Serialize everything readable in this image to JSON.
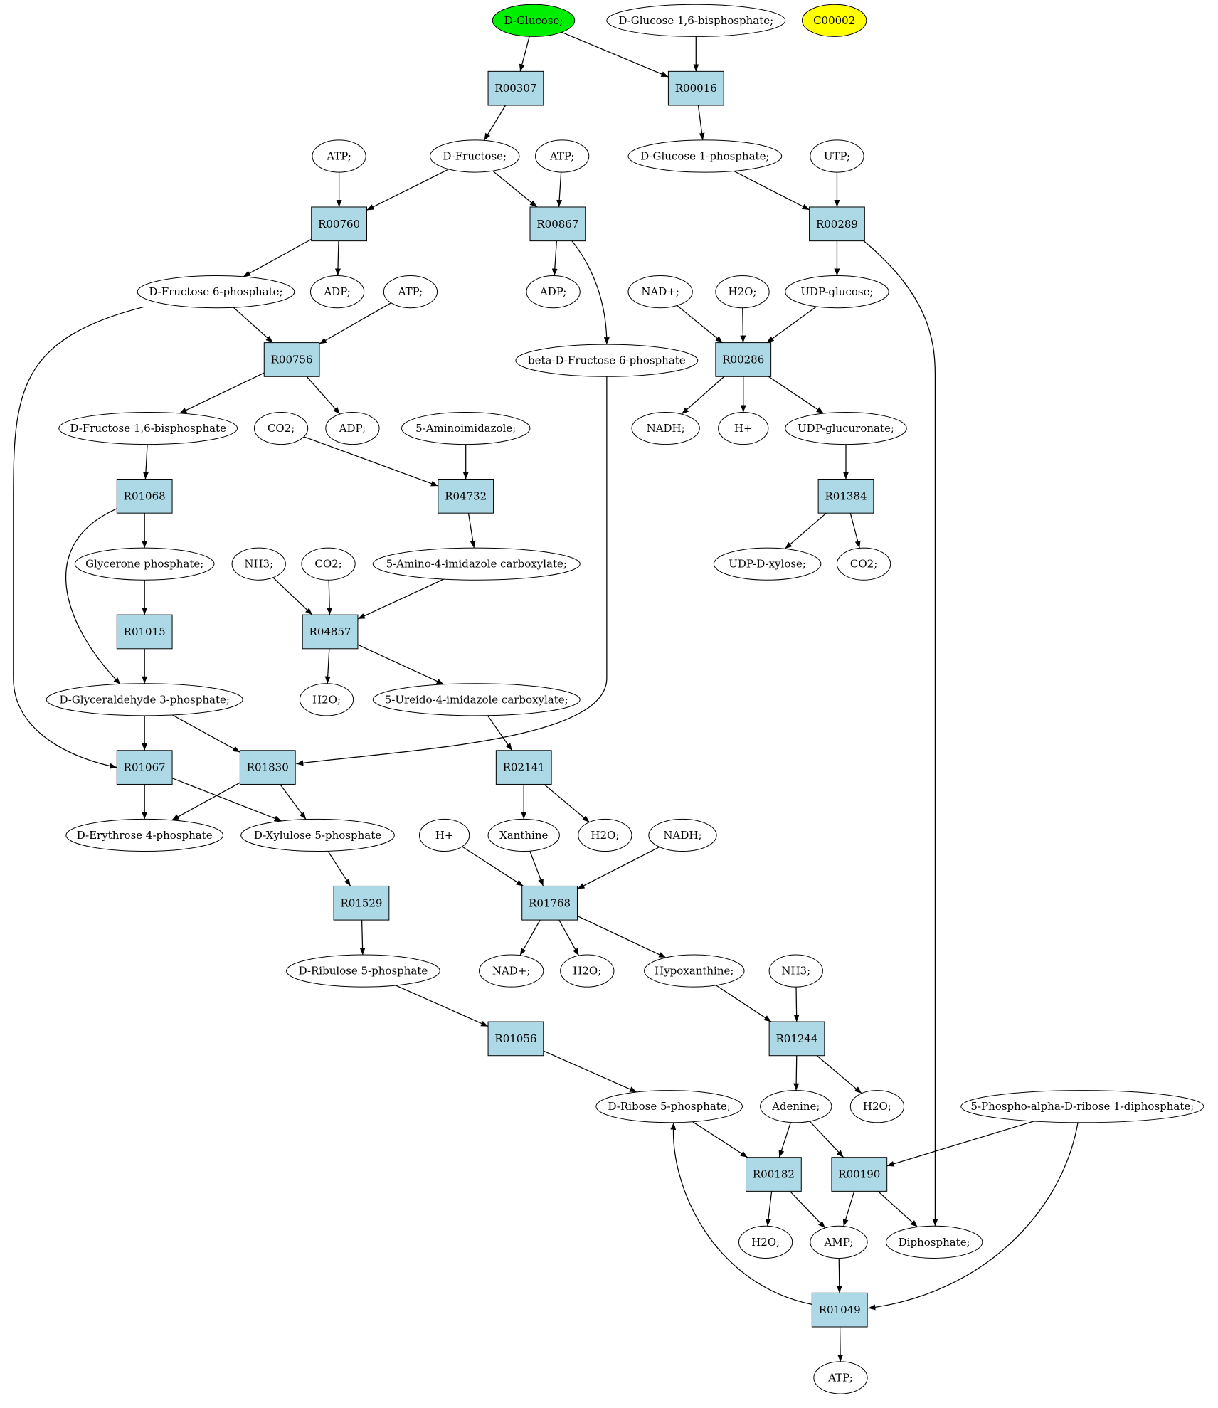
{
  "colors": {
    "reaction_fill": "#add8e6",
    "compound_fill": "#ffffff",
    "start_fill": "#00ee00",
    "highlight_fill": "#ffff00",
    "stroke": "#000000"
  },
  "nodes": [
    {
      "id": "c_glucose",
      "label": "D-Glucose;",
      "kind": "compound",
      "fill": "start"
    },
    {
      "id": "c_g16bp",
      "label": "D-Glucose 1,6-bisphosphate;",
      "kind": "compound"
    },
    {
      "id": "c_c00002",
      "label": "C00002",
      "kind": "compound",
      "fill": "highlight"
    },
    {
      "id": "r_R00307",
      "label": "R00307",
      "kind": "reaction"
    },
    {
      "id": "r_R00016",
      "label": "R00016",
      "kind": "reaction"
    },
    {
      "id": "c_atp1",
      "label": "ATP;",
      "kind": "compound"
    },
    {
      "id": "c_fructose",
      "label": "D-Fructose;",
      "kind": "compound"
    },
    {
      "id": "c_atp2",
      "label": "ATP;",
      "kind": "compound"
    },
    {
      "id": "c_g1p",
      "label": "D-Glucose 1-phosphate;",
      "kind": "compound"
    },
    {
      "id": "c_utp",
      "label": "UTP;",
      "kind": "compound"
    },
    {
      "id": "r_R00760",
      "label": "R00760",
      "kind": "reaction"
    },
    {
      "id": "r_R00867",
      "label": "R00867",
      "kind": "reaction"
    },
    {
      "id": "r_R00289",
      "label": "R00289",
      "kind": "reaction"
    },
    {
      "id": "c_f6p",
      "label": "D-Fructose 6-phosphate;",
      "kind": "compound"
    },
    {
      "id": "c_adp1",
      "label": "ADP;",
      "kind": "compound"
    },
    {
      "id": "c_atp3",
      "label": "ATP;",
      "kind": "compound"
    },
    {
      "id": "c_adp2",
      "label": "ADP;",
      "kind": "compound"
    },
    {
      "id": "c_nadp",
      "label": "NAD+;",
      "kind": "compound"
    },
    {
      "id": "c_h2o1",
      "label": "H2O;",
      "kind": "compound"
    },
    {
      "id": "c_udpglc",
      "label": "UDP-glucose;",
      "kind": "compound"
    },
    {
      "id": "r_R00756",
      "label": "R00756",
      "kind": "reaction"
    },
    {
      "id": "c_bf6p",
      "label": "beta-D-Fructose 6-phosphate",
      "kind": "compound"
    },
    {
      "id": "r_R00286",
      "label": "R00286",
      "kind": "reaction"
    },
    {
      "id": "c_fbp",
      "label": "D-Fructose 1,6-bisphosphate",
      "kind": "compound"
    },
    {
      "id": "c_co2a",
      "label": "CO2;",
      "kind": "compound"
    },
    {
      "id": "c_adp3",
      "label": "ADP;",
      "kind": "compound"
    },
    {
      "id": "c_5ai",
      "label": "5-Aminoimidazole;",
      "kind": "compound"
    },
    {
      "id": "c_nadh1",
      "label": "NADH;",
      "kind": "compound"
    },
    {
      "id": "c_hplus1",
      "label": "H+",
      "kind": "compound"
    },
    {
      "id": "c_udpglcA",
      "label": "UDP-glucuronate;",
      "kind": "compound"
    },
    {
      "id": "r_R01068",
      "label": "R01068",
      "kind": "reaction"
    },
    {
      "id": "r_R04732",
      "label": "R04732",
      "kind": "reaction"
    },
    {
      "id": "r_R01384",
      "label": "R01384",
      "kind": "reaction"
    },
    {
      "id": "c_dhap",
      "label": "Glycerone phosphate;",
      "kind": "compound"
    },
    {
      "id": "c_nh3a",
      "label": "NH3;",
      "kind": "compound"
    },
    {
      "id": "c_co2b",
      "label": "CO2;",
      "kind": "compound"
    },
    {
      "id": "c_aica",
      "label": "5-Amino-4-imidazole carboxylate;",
      "kind": "compound"
    },
    {
      "id": "c_udpxyl",
      "label": "UDP-D-xylose;",
      "kind": "compound"
    },
    {
      "id": "c_co2c",
      "label": "CO2;",
      "kind": "compound"
    },
    {
      "id": "r_R01015",
      "label": "R01015",
      "kind": "reaction"
    },
    {
      "id": "r_R04857",
      "label": "R04857",
      "kind": "reaction"
    },
    {
      "id": "c_gap",
      "label": "D-Glyceraldehyde 3-phosphate;",
      "kind": "compound"
    },
    {
      "id": "c_h2o2",
      "label": "H2O;",
      "kind": "compound"
    },
    {
      "id": "c_uica",
      "label": "5-Ureido-4-imidazole carboxylate;",
      "kind": "compound"
    },
    {
      "id": "r_R01067",
      "label": "R01067",
      "kind": "reaction"
    },
    {
      "id": "r_R01830",
      "label": "R01830",
      "kind": "reaction"
    },
    {
      "id": "r_R02141",
      "label": "R02141",
      "kind": "reaction"
    },
    {
      "id": "c_e4p",
      "label": "D-Erythrose 4-phosphate",
      "kind": "compound"
    },
    {
      "id": "c_x5p",
      "label": "D-Xylulose 5-phosphate",
      "kind": "compound"
    },
    {
      "id": "c_hplus2",
      "label": "H+",
      "kind": "compound"
    },
    {
      "id": "c_xanthine",
      "label": "Xanthine",
      "kind": "compound"
    },
    {
      "id": "c_h2o3",
      "label": "H2O;",
      "kind": "compound"
    },
    {
      "id": "c_nadh2",
      "label": "NADH;",
      "kind": "compound"
    },
    {
      "id": "r_R01529",
      "label": "R01529",
      "kind": "reaction"
    },
    {
      "id": "r_R01768",
      "label": "R01768",
      "kind": "reaction"
    },
    {
      "id": "c_ru5p",
      "label": "D-Ribulose 5-phosphate",
      "kind": "compound"
    },
    {
      "id": "c_nadp2",
      "label": "NAD+;",
      "kind": "compound"
    },
    {
      "id": "c_h2o4",
      "label": "H2O;",
      "kind": "compound"
    },
    {
      "id": "c_hypox",
      "label": "Hypoxanthine;",
      "kind": "compound"
    },
    {
      "id": "c_nh3b",
      "label": "NH3;",
      "kind": "compound"
    },
    {
      "id": "r_R01056",
      "label": "R01056",
      "kind": "reaction"
    },
    {
      "id": "r_R01244",
      "label": "R01244",
      "kind": "reaction"
    },
    {
      "id": "c_r5p",
      "label": "D-Ribose 5-phosphate;",
      "kind": "compound"
    },
    {
      "id": "c_adenine",
      "label": "Adenine;",
      "kind": "compound"
    },
    {
      "id": "c_h2o5",
      "label": "H2O;",
      "kind": "compound"
    },
    {
      "id": "c_prpp",
      "label": "5-Phospho-alpha-D-ribose 1-diphosphate;",
      "kind": "compound"
    },
    {
      "id": "r_R00182",
      "label": "R00182",
      "kind": "reaction"
    },
    {
      "id": "r_R00190",
      "label": "R00190",
      "kind": "reaction"
    },
    {
      "id": "c_h2o6",
      "label": "H2O;",
      "kind": "compound"
    },
    {
      "id": "c_amp",
      "label": "AMP;",
      "kind": "compound"
    },
    {
      "id": "c_ppi",
      "label": "Diphosphate;",
      "kind": "compound"
    },
    {
      "id": "r_R01049",
      "label": "R01049",
      "kind": "reaction"
    },
    {
      "id": "c_atp4",
      "label": "ATP;",
      "kind": "compound"
    }
  ],
  "edges": [
    [
      "c_glucose",
      "r_R00307"
    ],
    [
      "c_glucose",
      "r_R00016"
    ],
    [
      "c_g16bp",
      "r_R00016"
    ],
    [
      "r_R00307",
      "c_fructose"
    ],
    [
      "r_R00016",
      "c_g1p"
    ],
    [
      "c_atp1",
      "r_R00760"
    ],
    [
      "c_fructose",
      "r_R00760"
    ],
    [
      "c_fructose",
      "r_R00867"
    ],
    [
      "c_atp2",
      "r_R00867"
    ],
    [
      "c_g1p",
      "r_R00289"
    ],
    [
      "c_utp",
      "r_R00289"
    ],
    [
      "r_R00760",
      "c_f6p"
    ],
    [
      "r_R00760",
      "c_adp1"
    ],
    [
      "r_R00867",
      "c_adp2"
    ],
    [
      "r_R00867",
      "c_bf6p"
    ],
    [
      "r_R00289",
      "c_udpglc"
    ],
    [
      "r_R00289",
      "c_ppi"
    ],
    [
      "c_f6p",
      "r_R00756"
    ],
    [
      "c_atp3",
      "r_R00756"
    ],
    [
      "c_f6p",
      "r_R01067"
    ],
    [
      "c_nadp",
      "r_R00286"
    ],
    [
      "c_h2o1",
      "r_R00286"
    ],
    [
      "c_udpglc",
      "r_R00286"
    ],
    [
      "r_R00756",
      "c_fbp"
    ],
    [
      "r_R00756",
      "c_adp3"
    ],
    [
      "r_R00286",
      "c_nadh1"
    ],
    [
      "r_R00286",
      "c_hplus1"
    ],
    [
      "r_R00286",
      "c_udpglcA"
    ],
    [
      "c_bf6p",
      "r_R01830"
    ],
    [
      "c_fbp",
      "r_R01068"
    ],
    [
      "c_co2a",
      "r_R04732"
    ],
    [
      "c_5ai",
      "r_R04732"
    ],
    [
      "c_udpglcA",
      "r_R01384"
    ],
    [
      "r_R01068",
      "c_dhap"
    ],
    [
      "r_R01068",
      "c_gap"
    ],
    [
      "r_R04732",
      "c_aica"
    ],
    [
      "r_R01384",
      "c_udpxyl"
    ],
    [
      "r_R01384",
      "c_co2c"
    ],
    [
      "c_dhap",
      "r_R01015"
    ],
    [
      "c_nh3a",
      "r_R04857"
    ],
    [
      "c_co2b",
      "r_R04857"
    ],
    [
      "c_aica",
      "r_R04857"
    ],
    [
      "r_R01015",
      "c_gap"
    ],
    [
      "r_R04857",
      "c_h2o2"
    ],
    [
      "r_R04857",
      "c_uica"
    ],
    [
      "c_gap",
      "r_R01067"
    ],
    [
      "c_gap",
      "r_R01830"
    ],
    [
      "c_uica",
      "r_R02141"
    ],
    [
      "r_R01067",
      "c_e4p"
    ],
    [
      "r_R01067",
      "c_x5p"
    ],
    [
      "r_R01830",
      "c_e4p"
    ],
    [
      "r_R01830",
      "c_x5p"
    ],
    [
      "r_R02141",
      "c_xanthine"
    ],
    [
      "r_R02141",
      "c_h2o3"
    ],
    [
      "c_x5p",
      "r_R01529"
    ],
    [
      "c_hplus2",
      "r_R01768"
    ],
    [
      "c_xanthine",
      "r_R01768"
    ],
    [
      "c_nadh2",
      "r_R01768"
    ],
    [
      "r_R01529",
      "c_ru5p"
    ],
    [
      "r_R01768",
      "c_nadp2"
    ],
    [
      "r_R01768",
      "c_h2o4"
    ],
    [
      "r_R01768",
      "c_hypox"
    ],
    [
      "c_ru5p",
      "r_R01056"
    ],
    [
      "c_hypox",
      "r_R01244"
    ],
    [
      "c_nh3b",
      "r_R01244"
    ],
    [
      "r_R01056",
      "c_r5p"
    ],
    [
      "r_R01244",
      "c_adenine"
    ],
    [
      "r_R01244",
      "c_h2o5"
    ],
    [
      "c_r5p",
      "r_R00182"
    ],
    [
      "c_adenine",
      "r_R00182"
    ],
    [
      "c_adenine",
      "r_R00190"
    ],
    [
      "c_prpp",
      "r_R00190"
    ],
    [
      "r_R00182",
      "c_h2o6"
    ],
    [
      "r_R00182",
      "c_amp"
    ],
    [
      "r_R00190",
      "c_amp"
    ],
    [
      "r_R00190",
      "c_ppi"
    ],
    [
      "c_amp",
      "r_R01049"
    ],
    [
      "c_prpp",
      "r_R01049"
    ],
    [
      "r_R01049",
      "c_r5p"
    ],
    [
      "r_R01049",
      "c_atp4"
    ]
  ]
}
